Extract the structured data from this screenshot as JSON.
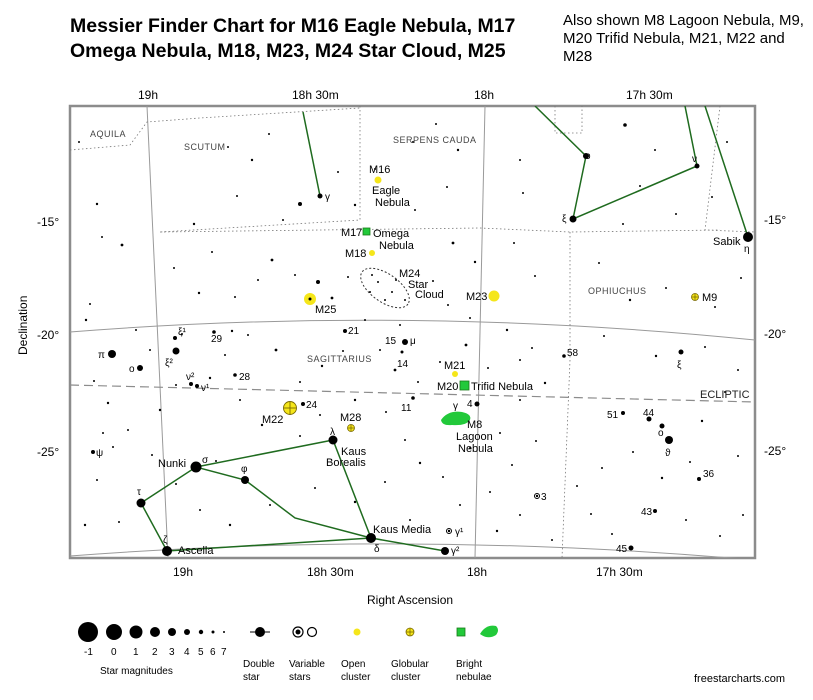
{
  "title": "Messier Finder Chart for M16 Eagle Nebula, M17 Omega Nebula, M18, M23, M24 Star Cloud, M25",
  "also_shown": "Also shown M8 Lagoon Nebula, M9, M20 Trifid Nebula, M21, M22 and M28",
  "axes": {
    "ra_label": "Right Ascension",
    "dec_label": "Declination",
    "ra_ticks": [
      "19h",
      "18h 30m",
      "18h",
      "17h 30m"
    ],
    "dec_ticks": [
      "-15°",
      "-20°",
      "-25°"
    ],
    "ecliptic": "ECLIPTIC"
  },
  "constellations": [
    "AQUILA",
    "SCUTUM",
    "SERPENS CAUDA",
    "OPHIUCHUS",
    "SAGITTARIUS"
  ],
  "objects": {
    "m16_a": "M16",
    "m16_b": "Eagle",
    "m16_c": "Nebula",
    "m17": "M17",
    "m17_b": "Omega",
    "m17_c": "Nebula",
    "m18": "M18",
    "m24": "M24",
    "m24_b": "Star",
    "m24_c": "Cloud",
    "m23": "M23",
    "m25": "M25",
    "m9": "M9",
    "m21": "M21",
    "m20": "M20",
    "m20_b": "Trifid Nebula",
    "m8": "M8",
    "m8_b": "Lagoon",
    "m8_c": "Nebula",
    "m22": "M22",
    "m28": "M28"
  },
  "star_names": {
    "sabik": "Sabik",
    "nunki": "Nunki",
    "kaus_borealis_a": "Kaus",
    "kaus_borealis_b": "Borealis",
    "kaus_media": "Kaus Media",
    "ascella": "Ascella"
  },
  "star_labels": {
    "gamma_sct": "γ",
    "omicron": "o",
    "nu": "ν",
    "xi": "ξ",
    "eta": "η",
    "pi": "π",
    "o2": "o",
    "xi1": "ξ¹",
    "xi2": "ξ²",
    "nu2": "ν²",
    "nu1": "ν¹",
    "n29": "29",
    "n21": "21",
    "n15": "15",
    "mu": "μ",
    "n14": "14",
    "n28": "28",
    "n24": "24",
    "n11": "11",
    "gamma": "γ",
    "n4": "4",
    "n58": "58",
    "n51": "51",
    "n44": "44",
    "omicron_oph": "o",
    "theta": "ϑ",
    "xi_oph": "ξ",
    "psi": "ψ",
    "sigma": "σ",
    "phi": "φ",
    "lambda": "λ",
    "tau": "τ",
    "zeta": "ζ",
    "delta": "δ",
    "gamma1": "γ¹",
    "gamma2": "γ²",
    "n3": "3",
    "n36": "36",
    "n43": "43",
    "n45": "45",
    "psi_n": "ψ"
  },
  "legend": {
    "mag_values": [
      "-1",
      "0",
      "1",
      "2",
      "3",
      "4",
      "5",
      "6",
      "7"
    ],
    "star_magnitudes": "Star magnitudes",
    "double_a": "Double",
    "double_b": "star",
    "variable_a": "Variable",
    "variable_b": "stars",
    "open_a": "Open",
    "open_b": "cluster",
    "globular_a": "Globular",
    "globular_b": "cluster",
    "bright_a": "Bright",
    "bright_b": "nebulae"
  },
  "credit": "freestarcharts.com",
  "colors": {
    "open_cluster": "#f5e61a",
    "nebula": "#22c93a",
    "constellation_line": "#1f6b1f",
    "grid": "#9a9a9a",
    "frame": "#8c8c8c"
  }
}
